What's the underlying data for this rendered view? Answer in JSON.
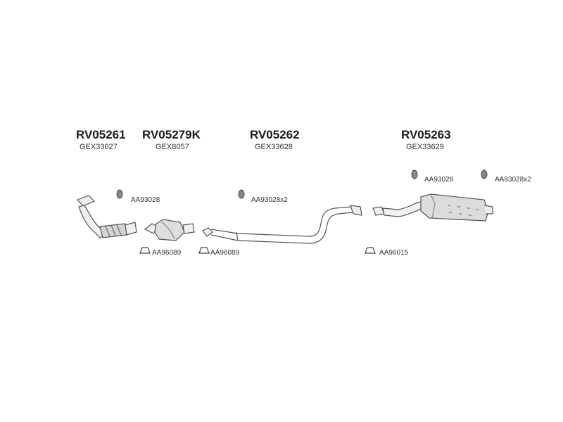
{
  "parts": [
    {
      "code": "RV05261",
      "ref": "GEX33627"
    },
    {
      "code": "RV05279K",
      "ref": "GEX8057"
    },
    {
      "code": "RV05262",
      "ref": "GEX33628"
    },
    {
      "code": "RV05263",
      "ref": "GEX33629"
    }
  ],
  "accessories": [
    {
      "label": "AA93028",
      "icon": "rubber-mount-icon"
    },
    {
      "label": "AA96089",
      "icon": "gasket-icon"
    },
    {
      "label": "AA96089",
      "icon": "gasket-icon"
    },
    {
      "label": "AA93028x2",
      "icon": "rubber-mount-icon"
    },
    {
      "label": "AA93028",
      "icon": "rubber-mount-icon"
    },
    {
      "label": "AA93028x2",
      "icon": "rubber-mount-icon"
    },
    {
      "label": "AA96015",
      "icon": "gasket-icon"
    }
  ],
  "colors": {
    "line": "#555555",
    "fill": "#ececec",
    "shade": "#bdbdbd"
  }
}
